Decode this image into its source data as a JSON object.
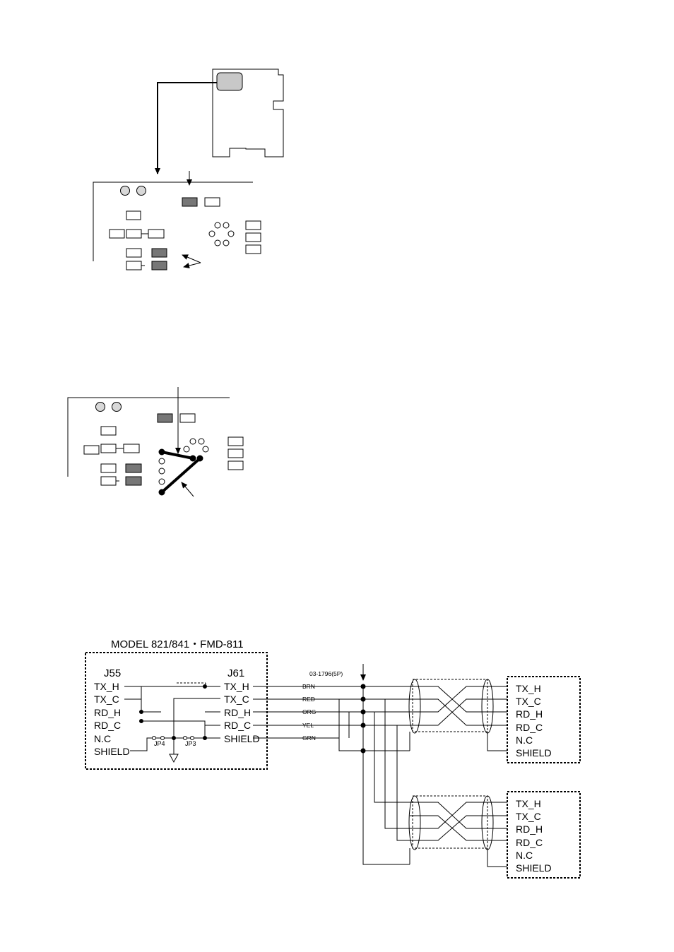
{
  "schematic": {
    "title": "MODEL 821/841・FMD-811",
    "j55_label": "J55",
    "j61_label": "J61",
    "j55_pins": [
      "TX_H",
      "TX_C",
      "RD_H",
      "RD_C",
      "N.C",
      "SHIELD"
    ],
    "j61_pins": [
      "TX_H",
      "TX_C",
      "RD_H",
      "RD_C",
      "SHIELD"
    ],
    "jumpers": [
      "JP4",
      "JP3"
    ],
    "cable_label": "03-1796(5P)",
    "wire_colors": [
      "BRN",
      "RED",
      "ORG",
      "YEL",
      "GRN"
    ],
    "device1_pins": [
      "TX_H",
      "TX_C",
      "RD_H",
      "RD_C",
      "N.C",
      "SHIELD"
    ],
    "device2_pins": [
      "TX_H",
      "TX_C",
      "RD_H",
      "RD_C",
      "N.C",
      "SHIELD"
    ]
  }
}
